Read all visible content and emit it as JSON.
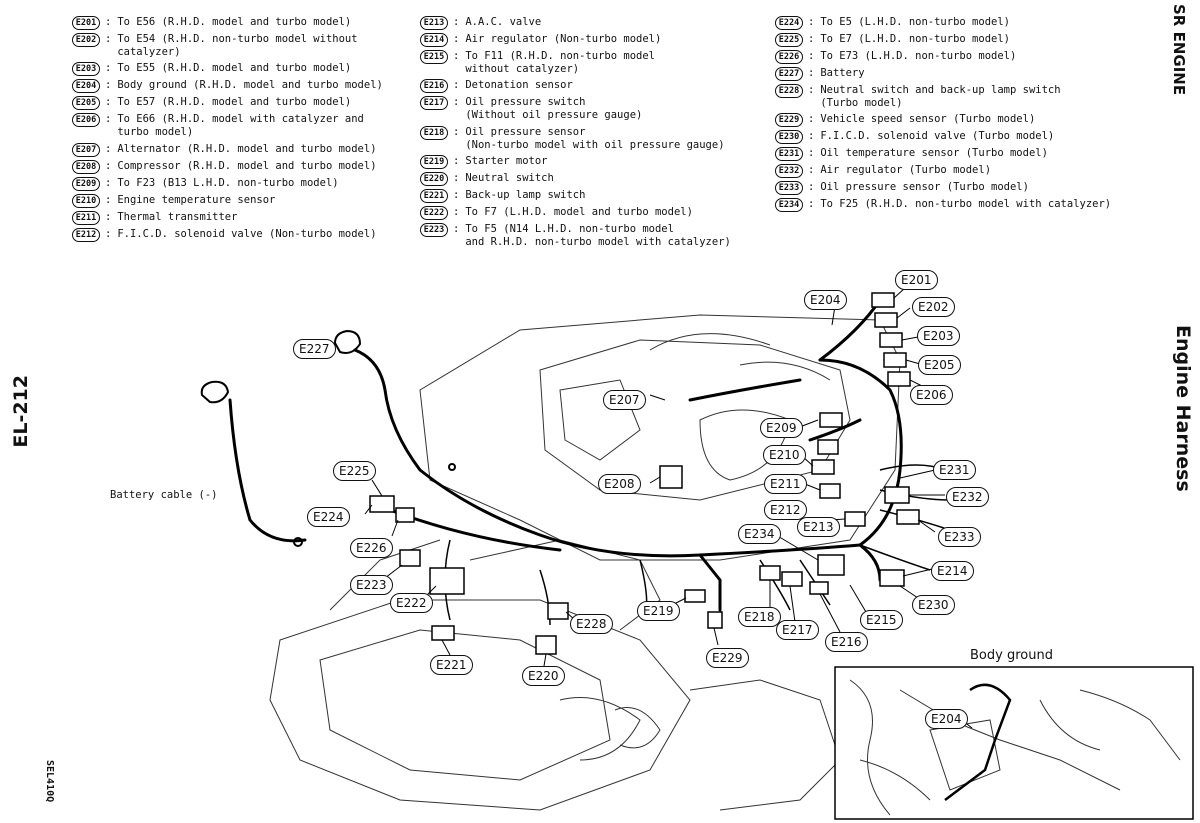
{
  "header": {
    "engine": "SR ENGINE",
    "section": "Engine Harness",
    "page": "EL-212",
    "code": "SEL410Q"
  },
  "legend": {
    "col1": [
      {
        "id": "E201",
        "text": "To E56 (R.H.D. model and turbo model)"
      },
      {
        "id": "E202",
        "text": "To E54 (R.H.D. non-turbo model without\ncatalyzer)"
      },
      {
        "id": "E203",
        "text": "To E55 (R.H.D. model and turbo model)"
      },
      {
        "id": "E204",
        "text": "Body ground (R.H.D. model and turbo model)"
      },
      {
        "id": "E205",
        "text": "To E57 (R.H.D. model and turbo model)"
      },
      {
        "id": "E206",
        "text": "To E66 (R.H.D. model with catalyzer and\nturbo model)"
      },
      {
        "id": "E207",
        "text": "Alternator (R.H.D. model and turbo model)"
      },
      {
        "id": "E208",
        "text": "Compressor (R.H.D. model and turbo model)"
      },
      {
        "id": "E209",
        "text": "To F23 (B13 L.H.D. non-turbo model)"
      },
      {
        "id": "E210",
        "text": "Engine temperature sensor"
      },
      {
        "id": "E211",
        "text": "Thermal transmitter"
      },
      {
        "id": "E212",
        "text": "F.I.C.D. solenoid valve (Non-turbo model)"
      }
    ],
    "col2": [
      {
        "id": "E213",
        "text": "A.A.C. valve"
      },
      {
        "id": "E214",
        "text": "Air regulator (Non-turbo model)"
      },
      {
        "id": "E215",
        "text": "To F11 (R.H.D. non-turbo model\nwithout catalyzer)"
      },
      {
        "id": "E216",
        "text": "Detonation sensor"
      },
      {
        "id": "E217",
        "text": "Oil pressure switch\n(Without oil pressure gauge)"
      },
      {
        "id": "E218",
        "text": "Oil pressure sensor\n(Non-turbo model with oil pressure gauge)"
      },
      {
        "id": "E219",
        "text": "Starter motor"
      },
      {
        "id": "E220",
        "text": "Neutral switch"
      },
      {
        "id": "E221",
        "text": "Back-up lamp switch"
      },
      {
        "id": "E222",
        "text": "To F7 (L.H.D. model and turbo model)"
      },
      {
        "id": "E223",
        "text": "To F5 (N14 L.H.D. non-turbo model\nand R.H.D. non-turbo model with catalyzer)"
      }
    ],
    "col3": [
      {
        "id": "E224",
        "text": "To E5 (L.H.D. non-turbo model)"
      },
      {
        "id": "E225",
        "text": "To E7 (L.H.D. non-turbo model)"
      },
      {
        "id": "E226",
        "text": "To E73 (L.H.D. non-turbo model)"
      },
      {
        "id": "E227",
        "text": "Battery"
      },
      {
        "id": "E228",
        "text": "Neutral switch and back-up lamp switch\n(Turbo model)"
      },
      {
        "id": "E229",
        "text": "Vehicle speed sensor (Turbo model)"
      },
      {
        "id": "E230",
        "text": "F.I.C.D. solenoid valve (Turbo model)"
      },
      {
        "id": "E231",
        "text": "Oil temperature sensor (Turbo model)"
      },
      {
        "id": "E232",
        "text": "Air regulator (Turbo model)"
      },
      {
        "id": "E233",
        "text": "Oil pressure sensor (Turbo model)"
      },
      {
        "id": "E234",
        "text": "To F25 (R.H.D. non-turbo model with catalyzer)"
      }
    ]
  },
  "diagram": {
    "battery_cable_label": "Battery cable (-)",
    "body_ground_title": "Body ground",
    "callouts": [
      {
        "id": "E201"
      },
      {
        "id": "E202"
      },
      {
        "id": "E203"
      },
      {
        "id": "E204"
      },
      {
        "id": "E205"
      },
      {
        "id": "E206"
      },
      {
        "id": "E207"
      },
      {
        "id": "E208"
      },
      {
        "id": "E209"
      },
      {
        "id": "E210"
      },
      {
        "id": "E211"
      },
      {
        "id": "E212"
      },
      {
        "id": "E213"
      },
      {
        "id": "E214"
      },
      {
        "id": "E215"
      },
      {
        "id": "E216"
      },
      {
        "id": "E217"
      },
      {
        "id": "E218"
      },
      {
        "id": "E219"
      },
      {
        "id": "E220"
      },
      {
        "id": "E221"
      },
      {
        "id": "E222"
      },
      {
        "id": "E223"
      },
      {
        "id": "E224"
      },
      {
        "id": "E225"
      },
      {
        "id": "E226"
      },
      {
        "id": "E227"
      },
      {
        "id": "E228"
      },
      {
        "id": "E229"
      },
      {
        "id": "E230"
      },
      {
        "id": "E231"
      },
      {
        "id": "E232"
      },
      {
        "id": "E233"
      },
      {
        "id": "E234"
      },
      {
        "id": "E204"
      }
    ]
  }
}
